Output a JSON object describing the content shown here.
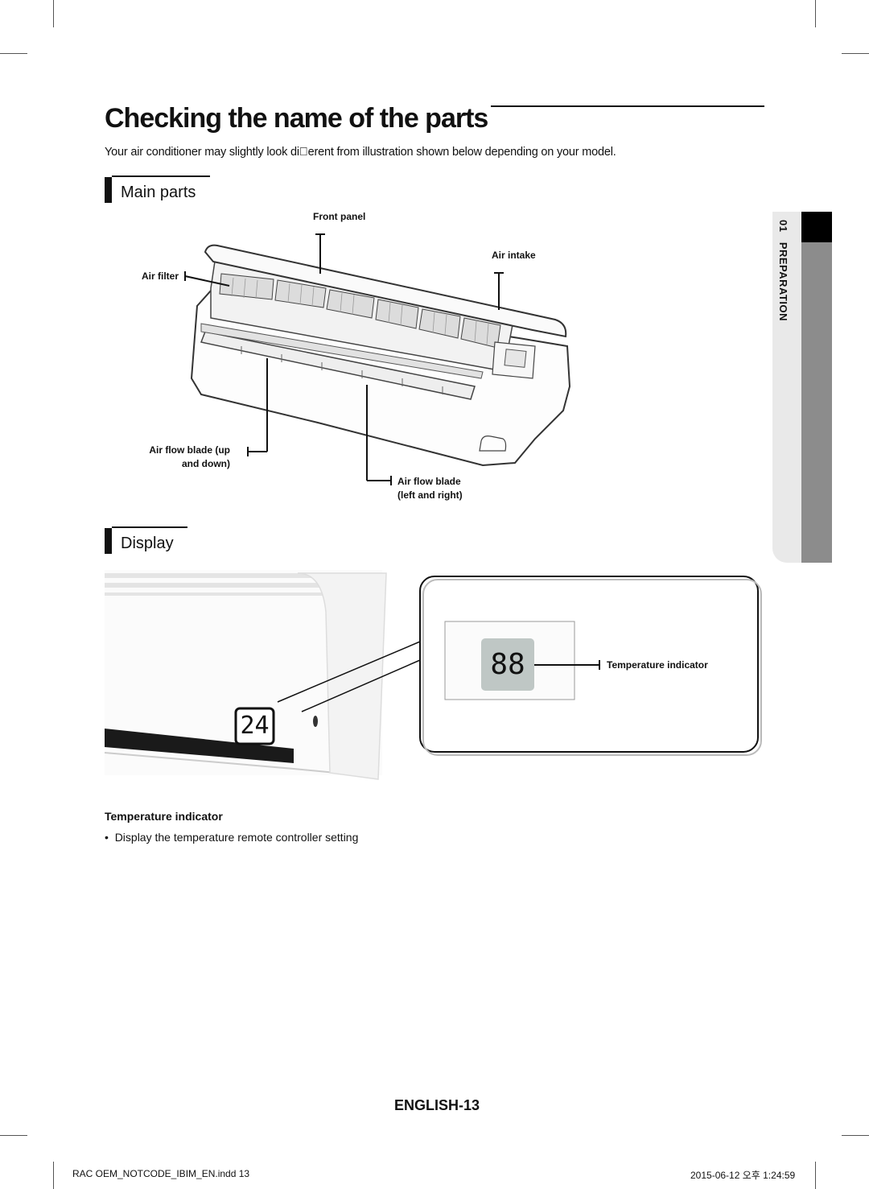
{
  "page": {
    "title": "Checking the name of the parts",
    "intro": "Your air conditioner may slightly look di\u0000erent from illustration shown below depending on your model.",
    "side_tab": {
      "number": "01",
      "label": "PREPARATION"
    },
    "page_number": "ENGLISH-13"
  },
  "main_parts": {
    "heading": "Main parts",
    "labels": {
      "front_panel": "Front panel",
      "air_intake": "Air intake",
      "air_filter": "Air filter",
      "air_flow_up_down_line1": "Air flow blade (up",
      "air_flow_up_down_line2": "and down)",
      "air_flow_left_right_line1": "Air flow blade",
      "air_flow_left_right_line2": "(left and right)"
    }
  },
  "display": {
    "heading": "Display",
    "unit_readout": "24",
    "panel_readout": "88",
    "callout_label": "Temperature indicator",
    "subheading": "Temperature indicator",
    "bullet_marker": "•",
    "bullet_text": "Display the temperature remote controller setting"
  },
  "footer": {
    "file": "RAC OEM_NOTCODE_IBIM_EN.indd   13",
    "timestamp": "2015-06-12   오후 1:24:59"
  },
  "icons": [
    "crop-mark-icon",
    "air-conditioner-unit-illustration",
    "seven-segment-display-icon"
  ]
}
